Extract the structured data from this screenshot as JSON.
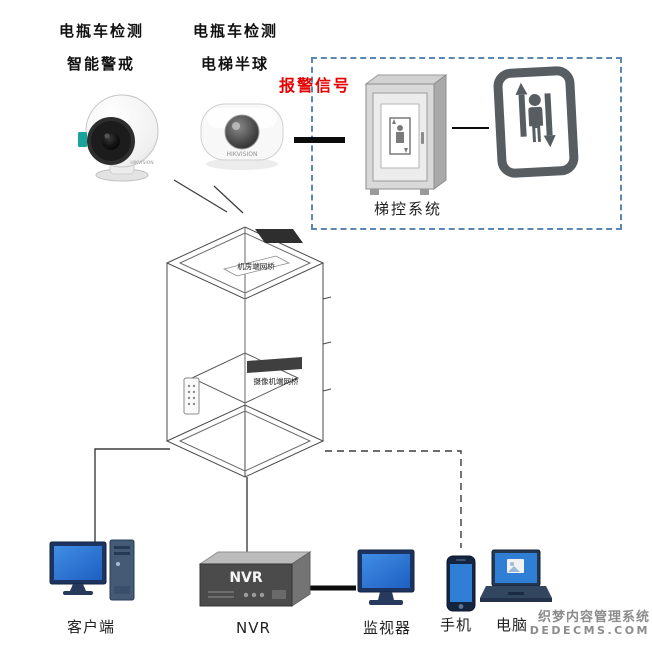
{
  "header": {
    "camera1": {
      "line1": "电瓶车检测",
      "line2": "智能警戒",
      "brand": "HIKVISION"
    },
    "camera2": {
      "line1": "电瓶车检测",
      "line2": "电梯半球",
      "brand": "HIKVISION"
    },
    "alarm_signal": "报警信号"
  },
  "control_box": {
    "label": "梯控系统"
  },
  "elevator": {
    "bridge_top": "机房端网桥",
    "bridge_side": "摄像机端网桥"
  },
  "bottom": {
    "client_label": "客户端",
    "nvr_label": "NVR",
    "nvr_device_text": "NVR",
    "monitor_label": "监视器",
    "phone_label": "手机",
    "laptop_label": "电脑"
  },
  "watermark": {
    "line1": "织梦内容管理系统",
    "line2": "DEDECMS.COM"
  },
  "colors": {
    "alarm_text": "#e60000",
    "dashed_border": "#5b87b5",
    "screen_blue": "#2f7fd6",
    "device_dark": "#4b4b4b"
  }
}
